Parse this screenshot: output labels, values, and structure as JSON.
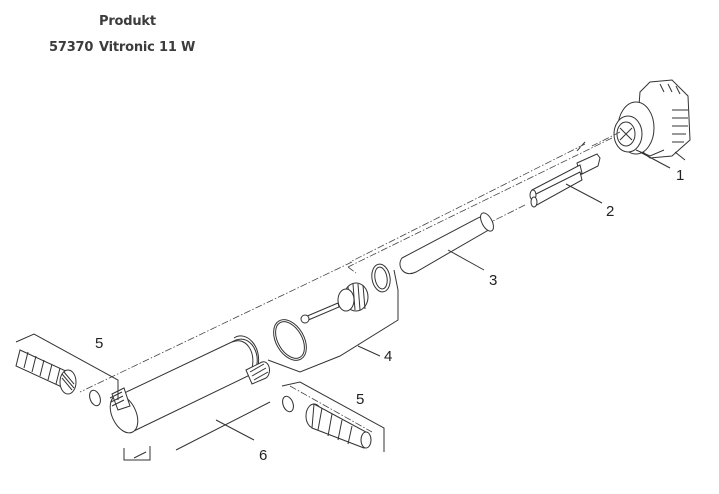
{
  "header": {
    "column_label": "Produkt",
    "product_code": "57370",
    "product_name": "Vitronic 11 W"
  },
  "diagram": {
    "type": "exploded-parts-view",
    "callouts": [
      {
        "number": "1",
        "part": "control-head"
      },
      {
        "number": "2",
        "part": "uvc-lamp"
      },
      {
        "number": "3",
        "part": "quartz-glass-tube"
      },
      {
        "number": "4",
        "part": "seal-and-nut-set"
      },
      {
        "number": "5",
        "part": "hose-connector-set-left"
      },
      {
        "number": "5",
        "part": "hose-connector-set-right"
      },
      {
        "number": "6",
        "part": "housing"
      }
    ]
  }
}
